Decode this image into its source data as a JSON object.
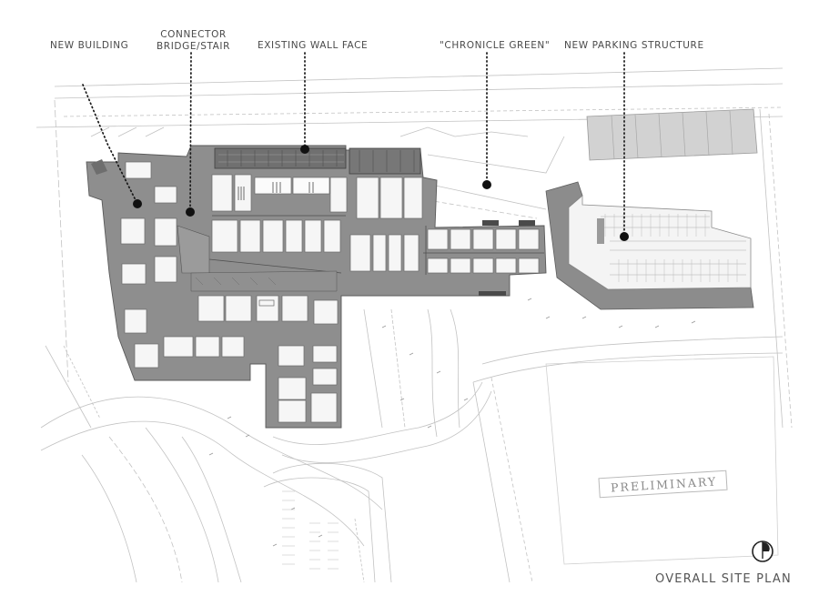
{
  "callouts": {
    "new_building": "NEW BUILDING",
    "connector": [
      "CONNECTOR",
      "BRIDGE/STAIR"
    ],
    "existing_wall_face": "EXISTING WALL FACE",
    "chronicle_green": "\"CHRONICLE GREEN\"",
    "new_parking_structure": "NEW PARKING STRUCTURE"
  },
  "stamp": "PRELIMINARY",
  "sheet_title": "OVERALL SITE PLAN",
  "colors": {
    "building_poured": "#8c8c8c",
    "building_dark": "#5e5e5e",
    "parking_roof": "#d0d0d0",
    "linework": "#b4b4b4",
    "leader": "#1a1a1a"
  },
  "icons": [
    "north-arrow-icon",
    "marker-dot-icon"
  ]
}
